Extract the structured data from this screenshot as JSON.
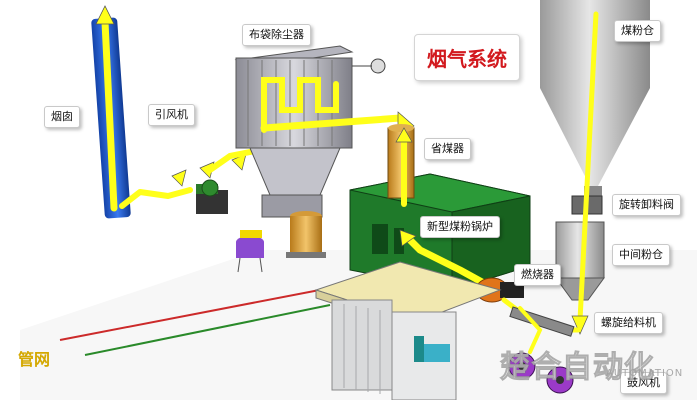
{
  "diagram": {
    "title": "烟气系统",
    "labels": {
      "chimney": "烟囱",
      "induced_fan": "引风机",
      "bag_filter": "布袋除尘器",
      "economizer": "省煤器",
      "boiler": "新型煤粉锅炉",
      "burner": "燃烧器",
      "coal_silo": "煤粉仓",
      "rotary_valve": "旋转卸料阀",
      "intermediate_bin": "中间粉仓",
      "screw_feeder": "螺旋给料机",
      "blower": "鼓风机",
      "pipe_network": "管网"
    },
    "watermark": {
      "cn": "楚合自动化",
      "en": "AUTOMATION"
    },
    "colors": {
      "flow_arrow": "#ffff1a",
      "chimney_blue": "#1e5bd6",
      "boiler_green": "#1f7a2a",
      "title_red": "#d2191e",
      "pipe_network_label": "#d4a800"
    }
  }
}
